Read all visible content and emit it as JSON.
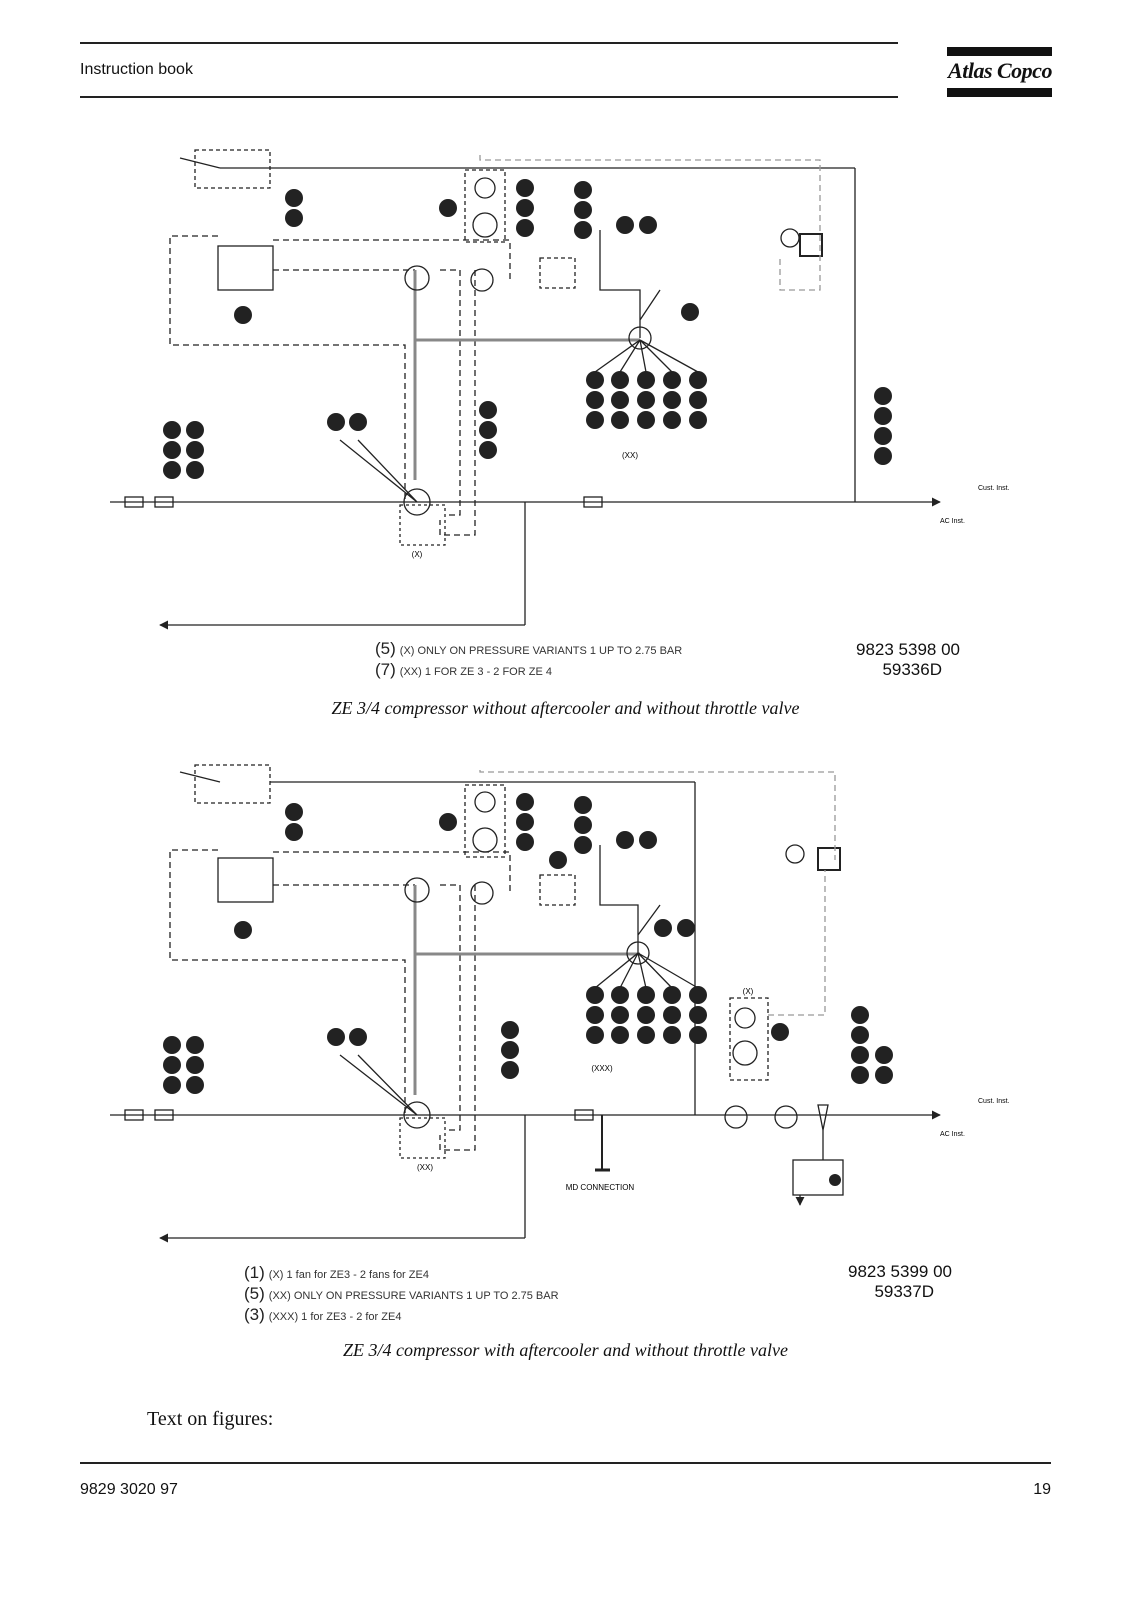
{
  "header": {
    "title": "Instruction book",
    "logo": "Atlas Copco"
  },
  "figure1": {
    "notes": [
      {
        "num": "(5)",
        "text": "(X)   ONLY ON PRESSURE VARIANTS 1 UP TO 2.75 BAR"
      },
      {
        "num": "(7)",
        "text": "(XX)  1 FOR ZE 3 - 2 FOR ZE 4"
      }
    ],
    "code_line1": "9823 5398 00",
    "code_line2": "59336D",
    "marker_x": "(X)",
    "marker_xx": "(XX)",
    "label_cust": "Cust. Inst.",
    "label_ac": "AC Inst.",
    "caption": "ZE 3/4 compressor without aftercooler and without throttle valve"
  },
  "figure2": {
    "notes": [
      {
        "num": "(1)",
        "text": "(X)  1 fan for ZE3 - 2 fans for ZE4"
      },
      {
        "num": "(5)",
        "text": "(XX)   ONLY ON PRESSURE VARIANTS 1 UP TO 2.75 BAR"
      },
      {
        "num": "(3)",
        "text": "(XXX)  1 for ZE3 - 2 for ZE4"
      }
    ],
    "code_line1": "9823 5399 00",
    "code_line2": "59337D",
    "marker_x": "(X)",
    "marker_xx": "(XX)",
    "marker_xxx": "(XXX)",
    "label_md": "MD CONNECTION",
    "label_cust": "Cust. Inst.",
    "label_ac": "AC Inst.",
    "caption": "ZE 3/4 compressor with aftercooler and without throttle valve"
  },
  "body_text": "Text on figures:",
  "footer": {
    "doc_number": "9829 3020 97",
    "page_number": "19"
  }
}
